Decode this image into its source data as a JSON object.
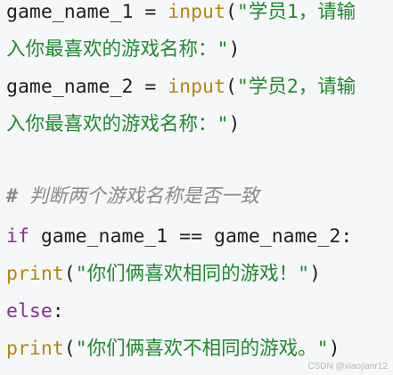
{
  "code_lines": {
    "l1": {
      "a": "game_name_1 = ",
      "b": "input",
      "c": "(",
      "d": "\"学员1，请输"
    },
    "l2": {
      "a": "入你最喜欢的游戏名称：\"",
      "b": ")"
    },
    "l3": {
      "a": "game_name_2 = ",
      "b": "input",
      "c": "(",
      "d": "\"学员2，请输"
    },
    "l4": {
      "a": "入你最喜欢的游戏名称：\"",
      "b": ")"
    },
    "l5": {
      "hash": "#",
      "text": " 判断两个游戏名称是否一致"
    },
    "l6": {
      "kw": "if",
      "rest": " game_name_1 == game_name_2:"
    },
    "l7": {
      "fn": "print",
      "open": "(",
      "str": "\"你们俩喜欢相同的游戏！\"",
      "close": ")"
    },
    "l8": {
      "kw": "else",
      "rest": ":"
    },
    "l9": {
      "fn": "print",
      "open": "(",
      "str": "\"你们俩喜欢不相同的游戏。\"",
      "close": ")"
    }
  },
  "watermark": "CSDN @xiaojianr12"
}
